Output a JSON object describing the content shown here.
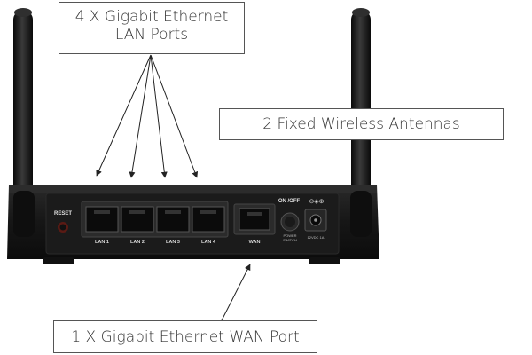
{
  "callouts": {
    "lan_line1": "4 X Gigabit Ethernet",
    "lan_line2": "LAN Ports",
    "antennas": "2 Fixed Wireless Antennas",
    "wan": "1 X Gigabit Ethernet WAN Port"
  },
  "router_panel": {
    "reset_label": "RESET",
    "lan_ports": [
      "LAN 1",
      "LAN 2",
      "LAN 3",
      "LAN 4"
    ],
    "wan_label": "WAN",
    "power_label": "ON /OFF",
    "power_switch_label_1": "POWER",
    "power_switch_label_2": "SWITCH",
    "dc_label": "12VDC 1A"
  },
  "colors": {
    "router_body": "#141414",
    "port_well": "#0b0b0b",
    "reset_ring": "#c0392b"
  }
}
